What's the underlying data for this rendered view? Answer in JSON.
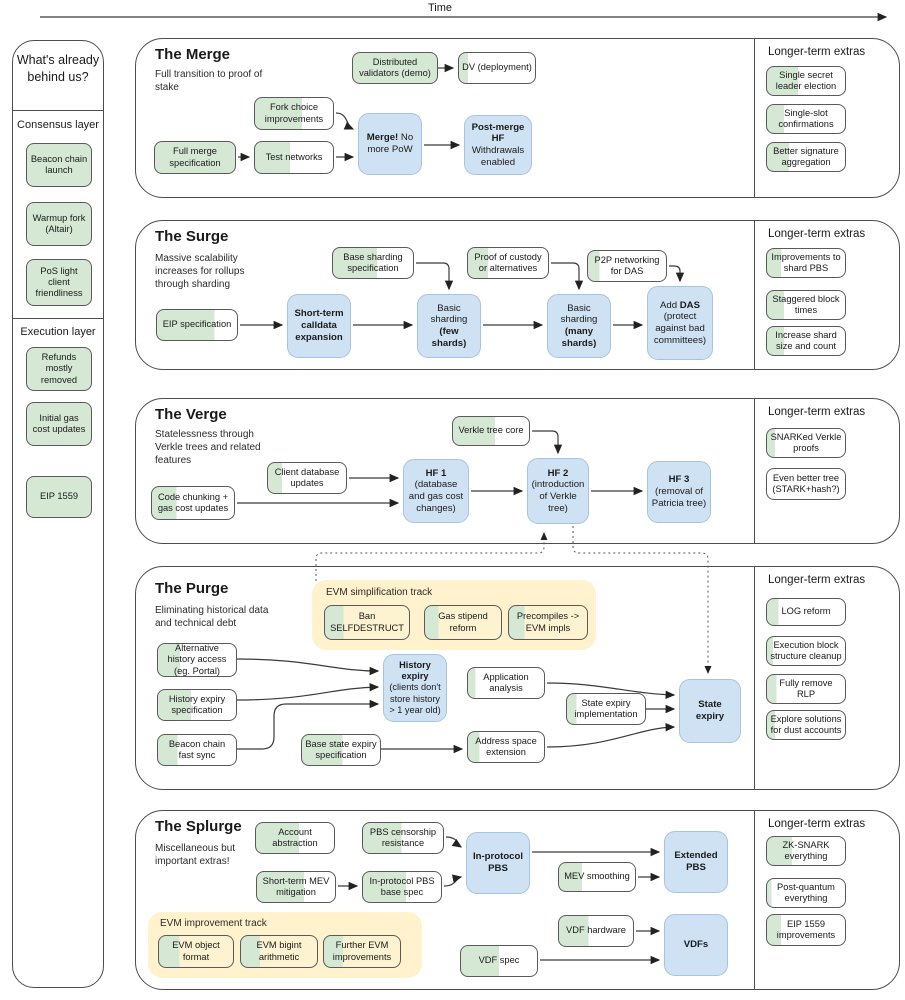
{
  "timeline": {
    "label": "Time"
  },
  "colors": {
    "done_green": "#d5e8d4",
    "milestone_blue": "#cfe2f3",
    "track_yellow": "#fff2cc"
  },
  "sidebar": {
    "title": "What's already behind us?",
    "groups": [
      {
        "label": "Consensus layer",
        "items": [
          "Beacon chain launch",
          "Warmup fork (Altair)",
          "PoS light client friendliness"
        ]
      },
      {
        "label": "Execution layer",
        "items": [
          "Refunds mostly removed",
          "Initial gas cost updates",
          "EIP 1559"
        ]
      }
    ]
  },
  "extras_heading": "Longer-term extras",
  "sections": [
    {
      "title": "The Merge",
      "subtitle": "Full transition to proof of stake",
      "boxes": {
        "distributed_validators": "Distributed validators (demo)",
        "dv_deployment": "DV (deployment)",
        "fork_choice": "Fork choice improvements",
        "full_merge_spec": "Full merge specification",
        "test_networks": "Test networks",
        "merge_bold": "Merge!",
        "merge_rest": "No more PoW",
        "post_bold": "Post-merge HF",
        "post_rest": "Withdrawals enabled"
      },
      "extras": [
        "Single secret leader election",
        "Single-slot confirmations",
        "Better signature aggregation"
      ]
    },
    {
      "title": "The Surge",
      "subtitle": "Massive scalability increases for rollups through sharding",
      "boxes": {
        "base_sharding_spec": "Base sharding specification",
        "proof_custody": "Proof of custody or alternatives",
        "p2p_das": "P2P networking for DAS",
        "eip_spec": "EIP specification",
        "calldata_bold": "Short-term calldata expansion",
        "few_pre": "Basic sharding",
        "few_bold": "(few shards)",
        "many_pre": "Basic sharding",
        "many_bold": "(many shards)",
        "das_pre": "Add",
        "das_bold": "DAS",
        "das_post": "(protect against bad committees)"
      },
      "extras": [
        "Improvements to shard PBS",
        "Staggered block times",
        "Increase shard size and count"
      ]
    },
    {
      "title": "The Verge",
      "subtitle": "Statelessness through Verkle trees and related features",
      "boxes": {
        "verkle_core": "Verkle tree core",
        "client_db": "Client database updates",
        "code_chunking": "Code chunking + gas cost updates",
        "hf1_bold": "HF 1",
        "hf1_rest": "(database and gas cost changes)",
        "hf2_bold": "HF 2",
        "hf2_rest": "(introduction of Verkle tree)",
        "hf3_bold": "HF 3",
        "hf3_rest": "(removal of Patricia tree)"
      },
      "extras": [
        "SNARKed Verkle proofs",
        "Even better tree (STARK+hash?)"
      ]
    },
    {
      "title": "The Purge",
      "subtitle": "Eliminating historical data and technical debt",
      "track_label": "EVM simplification track",
      "boxes": {
        "ban_selfdestruct": "Ban SELFDESTRUCT",
        "gas_stipend": "Gas stipend reform",
        "precompiles": "Precompiles -> EVM impls",
        "alt_history": "Alternative history access (eg. Portal)",
        "history_expiry_spec": "History expiry specification",
        "beacon_fast_sync": "Beacon chain fast sync",
        "base_state_expiry": "Base state expiry specification",
        "hist_bold": "History expiry",
        "hist_rest": "(clients don't store history > 1 year old)",
        "app_analysis": "Application analysis",
        "state_expiry_impl": "State expiry implementation",
        "address_space": "Address space extension",
        "state_expiry_bold": "State expiry"
      },
      "extras": [
        "LOG reform",
        "Execution block structure cleanup",
        "Fully remove RLP",
        "Explore solutions for dust accounts"
      ]
    },
    {
      "title": "The Splurge",
      "subtitle": "Miscellaneous but important extras!",
      "track_label": "EVM improvement track",
      "boxes": {
        "account_abstraction": "Account abstraction",
        "pbs_censorship": "PBS censorship resistance",
        "short_term_mev": "Short-term MEV mitigation",
        "pbs_base_spec": "In-protocol PBS base spec",
        "in_pbs_bold": "In-protocol PBS",
        "mev_smoothing": "MEV smoothing",
        "ext_pbs_bold": "Extended PBS",
        "vdf_hardware": "VDF hardware",
        "vdf_spec": "VDF spec",
        "vdfs_bold": "VDFs",
        "evm_object": "EVM object format",
        "evm_bigint": "EVM bigint arithmetic",
        "further_evm": "Further EVM improvements"
      },
      "extras": [
        "ZK-SNARK everything",
        "Post-quantum everything",
        "EIP 1559 improvements"
      ]
    }
  ]
}
